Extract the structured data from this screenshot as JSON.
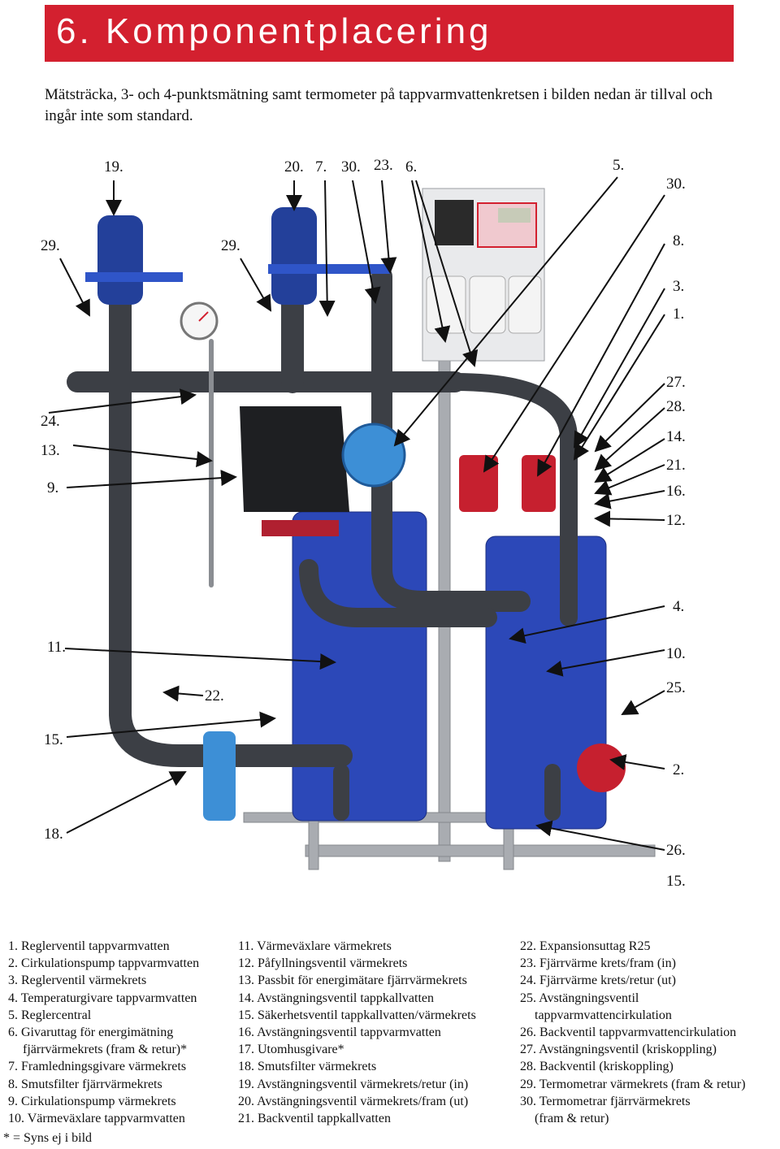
{
  "header": {
    "title": "6. Komponentplacering"
  },
  "intro": {
    "text": "Mätsträcka, 3- och 4-punktsmätning samt termometer på tappvarmvattenkretsen i bilden nedan är tillval och ingår inte som standard."
  },
  "callouts": [
    "19.",
    "20.",
    "7.",
    "30.",
    "23.",
    "6.",
    "5.",
    "30.",
    "29.",
    "29.",
    "8.",
    "3.",
    "1.",
    "27.",
    "28.",
    "24.",
    "14.",
    "13.",
    "21.",
    "9.",
    "16.",
    "12.",
    "4.",
    "11.",
    "10.",
    "22.",
    "25.",
    "15.",
    "2.",
    "18.",
    "26.",
    "15."
  ],
  "legend": {
    "col1": [
      "1. Reglerventil tappvarmvatten",
      "2. Cirkulationspump tappvarmvatten",
      "3. Reglerventil värmekrets",
      "4. Temperaturgivare tappvarmvatten",
      "5. Reglercentral",
      "6. Givaruttag för energimätning",
      "fjärrvärmekrets (fram & retur)*",
      "7. Framledningsgivare värmekrets",
      "8. Smutsfilter fjärrvärmekrets",
      "9. Cirkulationspump värmekrets",
      "10. Värmeväxlare tappvarmvatten"
    ],
    "col2": [
      "11. Värmeväxlare värmekrets",
      "12. Påfyllningsventil värmekrets",
      "13. Passbit för energimätare fjärrvärmekrets",
      "14. Avstängningsventil tappkallvatten",
      "15. Säkerhetsventil tappkallvatten/värmekrets",
      "16. Avstängningsventil tappvarmvatten",
      "17. Utomhusgivare*",
      "18. Smutsfilter värmekrets",
      "19. Avstängningsventil värmekrets/retur (in)",
      "20. Avstängningsventil värmekrets/fram (ut)",
      "21. Backventil tappkallvatten"
    ],
    "col3": [
      "22. Expansionsuttag R25",
      "23. Fjärrvärme krets/fram (in)",
      "24. Fjärrvärme krets/retur (ut)",
      "25. Avstängningsventil",
      "tappvarmvattencirkulation",
      "26. Backventil tappvarmvattencirkulation",
      "27. Avstängningsventil (kriskoppling)",
      "28. Backventil (kriskoppling)",
      "29. Termometrar värmekrets (fram & retur)",
      "30. Termometrar fjärrvärmekrets",
      "(fram & retur)"
    ]
  },
  "footnote": "* = Syns ej i bild",
  "colors": {
    "accent": "#d3202f",
    "pipe": "#3c3f45",
    "exchanger": "#2c48b8",
    "frame": "#a9acb1"
  }
}
